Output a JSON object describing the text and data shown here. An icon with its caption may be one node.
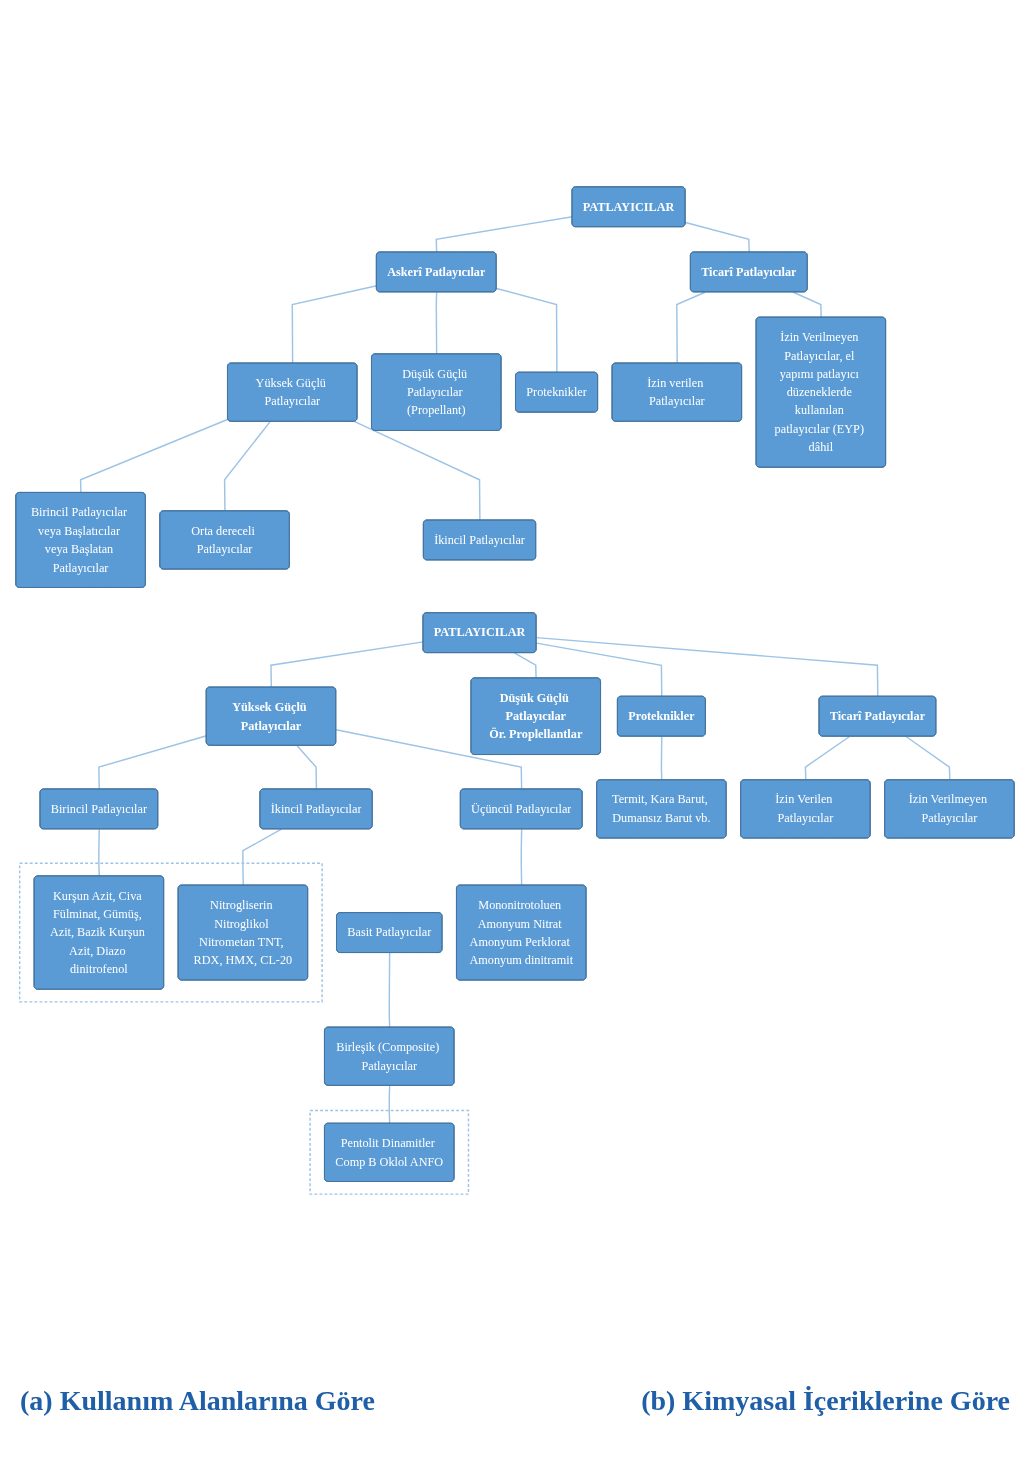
{
  "diagram": {
    "nodes": [
      {
        "text": [
          "PATLAYICILAR"
        ]
      },
      {
        "text": [
          "Askerî Patlayıcılar"
        ]
      },
      {
        "text": [
          "Ticarî Patlayıcılar"
        ]
      },
      {
        "text": [
          "Yüksek Güçlü Patlayıcılar"
        ]
      },
      {
        "text": [
          "Düşük Güçlü Patlayıcılar (Propellant)"
        ]
      },
      {
        "text": [
          "Proteknikler"
        ]
      },
      {
        "text": [
          "İzin verilen Patlayıcılar"
        ]
      },
      {
        "text": [
          "İzin Verilmeyen Patlayıcılar, el yapımı patlayıcı düzeneklerde kullanılan patlayıcılar (EYP) dâhil"
        ]
      },
      {
        "text": [
          "Birincil Patlayıcılar veya Başlatıcılar veya Başlatan Patlayıcılar"
        ]
      },
      {
        "text": [
          "Orta dereceli Patlayıcılar"
        ]
      },
      {
        "text": [
          "İkincil Patlayıcılar"
        ]
      },
      {
        "text": [
          "PATLAYICILAR"
        ]
      },
      {
        "text": [
          "Yüksek Güçlü Patlayıcılar"
        ]
      },
      {
        "text": [
          "Düşük Güçlü Patlayıcılar",
          "Ör. Proplellantlar"
        ]
      },
      {
        "text": [
          "Proteknikler"
        ]
      },
      {
        "text": [
          "Ticarî Patlayıcılar"
        ]
      },
      {
        "text": [
          "Birincil Patlayıcılar"
        ]
      },
      {
        "text": [
          "İkincil Patlayıcılar"
        ]
      },
      {
        "text": [
          "Üçüncül Patlayıcılar"
        ]
      },
      {
        "text": [
          "Basit Patlayıcılar"
        ]
      },
      {
        "text": [
          "Birleşik (Composite) Patlayıcılar"
        ]
      },
      {
        "text": [
          "Mononitrotoluen Amonyum Nitrat Amonyum Perklorat Amonyum dinitramit"
        ]
      },
      {
        "text": [],
        "shape": "box"
      },
      {
        "text": [
          "Kurşun Azit, Civa Fülminat, Gümüş, Azit, Bazik Kurşun Azit, Diazo dinitrofenol"
        ],
        "in": 22
      },
      {
        "text": [
          "Nitrogliserin Nitroglikol Nitrometan TNT, RDX, HMX, CL-20"
        ],
        "in": 22
      },
      {
        "text": [],
        "shape": "box"
      },
      {
        "text": [
          "Pentolit Dinamitler Comp B Oklol ANFO"
        ],
        "in": 25
      },
      {
        "text": [
          "Termit, Kara Barut, Dumansız Barut vb."
        ]
      },
      {
        "text": [
          "İzin Verilen Patlayıcılar"
        ]
      },
      {
        "text": [
          "İzin Verilmeyen Patlayıcılar"
        ]
      }
    ],
    "edges": [
      {
        "from": 0,
        "to": 1,
        "arrow": "none"
      },
      {
        "from": 0,
        "to": 2,
        "arrow": "none"
      },
      {
        "from": 1,
        "to": 3,
        "arrow": "none"
      },
      {
        "from": 1,
        "to": 4,
        "arrow": "none"
      },
      {
        "from": 1,
        "to": 5,
        "arrow": "none"
      },
      {
        "from": 2,
        "to": 6,
        "arrow": "none"
      },
      {
        "from": 2,
        "to": 7,
        "arrow": "none"
      },
      {
        "from": 3,
        "to": 8,
        "arrow": "none"
      },
      {
        "from": 3,
        "to": 9,
        "arrow": "none"
      },
      {
        "from": 3,
        "to": 10,
        "arrow": "none"
      },
      {
        "from": 11,
        "to": 12,
        "arrow": "none"
      },
      {
        "from": 11,
        "to": 13,
        "arrow": "none"
      },
      {
        "from": 11,
        "to": 14,
        "arrow": "none"
      },
      {
        "from": 11,
        "to": 15,
        "arrow": "none"
      },
      {
        "from": 12,
        "to": 16,
        "arrow": "none"
      },
      {
        "from": 12,
        "to": 17,
        "arrow": "none"
      },
      {
        "from": 12,
        "to": 18,
        "arrow": "none"
      },
      {
        "from": 16,
        "to": 23,
        "arrow": "none"
      },
      {
        "from": 17,
        "to": 24,
        "arrow": "none"
      },
      {
        "from": 18,
        "to": 21,
        "arrow": "none"
      },
      {
        "from": 19,
        "to": 20,
        "arrow": "none"
      },
      {
        "from": 20,
        "to": 26,
        "arrow": "none"
      },
      {
        "from": 14,
        "to": 27,
        "arrow": "none"
      },
      {
        "from": 15,
        "to": 28,
        "arrow": "none"
      },
      {
        "from": 15,
        "to": 29,
        "arrow": "none"
      }
    ],
    "labels": [
      "(a) Kullanım Alanlarına Göre",
      "(b) Kimyasal İçeriklerine Göre"
    ]
  }
}
